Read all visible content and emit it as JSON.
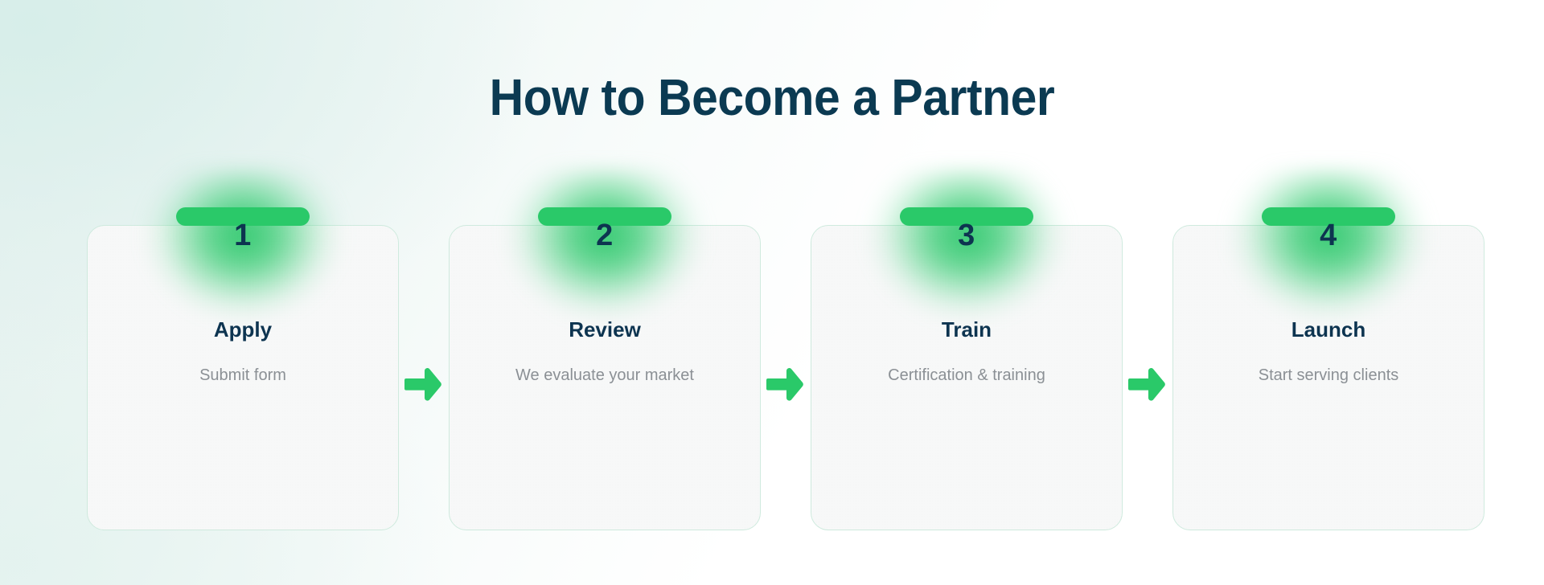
{
  "page": {
    "title": "How to Become a Partner",
    "title_color": "#0b3a52",
    "accent_green": "#2ac969",
    "muted_text_color": "#8b9095",
    "card_background": "#f9fafa",
    "card_border_color": "#cfeade",
    "background_tint": "#e3f0ed"
  },
  "steps": [
    {
      "number": "1",
      "title": "Apply",
      "description": "Submit form",
      "tab_icon": "green-tab-bar",
      "glow_icon": "green-glow"
    },
    {
      "number": "2",
      "title": "Review",
      "description": "We evaluate your market",
      "tab_icon": "green-tab-bar",
      "glow_icon": "green-glow"
    },
    {
      "number": "3",
      "title": "Train",
      "description": "Certification & training",
      "tab_icon": "green-tab-bar",
      "glow_icon": "green-glow"
    },
    {
      "number": "4",
      "title": "Launch",
      "description": "Start serving clients",
      "tab_icon": "green-tab-bar",
      "glow_icon": "green-glow"
    }
  ],
  "connectors": [
    {
      "icon": "arrow-right-icon"
    },
    {
      "icon": "arrow-right-icon"
    },
    {
      "icon": "arrow-right-icon"
    }
  ]
}
